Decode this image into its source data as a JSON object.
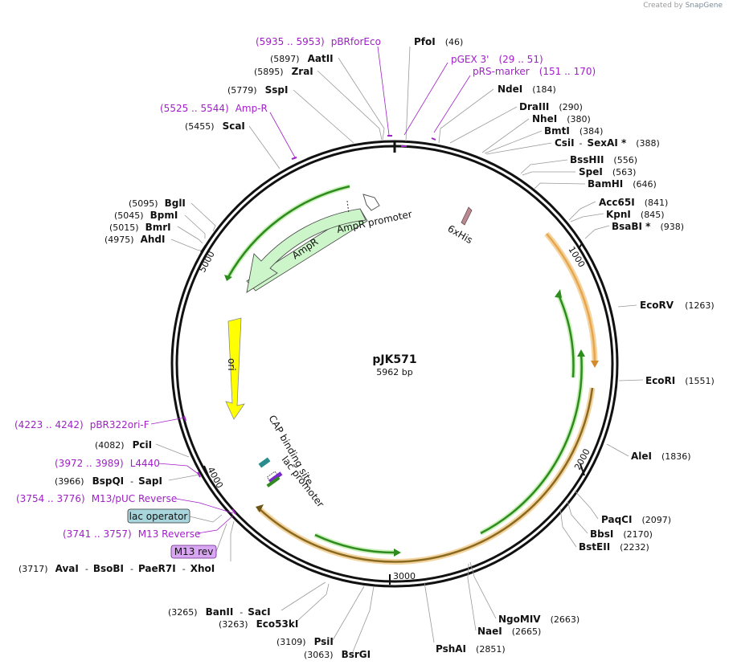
{
  "credit": {
    "prefix": "Created by",
    "brand": "SnapGene"
  },
  "plasmid": {
    "name": "pJK571",
    "length_label": "5962 bp"
  },
  "ticks": [
    "1000",
    "2000",
    "3000",
    "4000",
    "5000"
  ],
  "features": {
    "ampr": "AmpR",
    "ampr_promoter": "AmpR promoter",
    "ori": "ori",
    "his": "6xHis",
    "cap": "CAP binding site",
    "lac_promoter": "lac promoter"
  },
  "boxes": {
    "lac_operator": "lac operator",
    "m13rev": "M13 rev"
  },
  "enzymes": {
    "pfoi": {
      "name": "PfoI",
      "pos": "(46)"
    },
    "ndei": {
      "name": "NdeI",
      "pos": "(184)"
    },
    "draiii": {
      "name": "DraIII",
      "pos": "(290)"
    },
    "nhei": {
      "name": "NheI",
      "pos": "(380)"
    },
    "bmti": {
      "name": "BmtI",
      "pos": "(384)"
    },
    "csii": {
      "name": "CsiI",
      "sep": "-",
      "name2": "SexAI *",
      "pos": "(388)"
    },
    "bsshii": {
      "name": "BssHII",
      "pos": "(556)"
    },
    "spei": {
      "name": "SpeI",
      "pos": "(563)"
    },
    "bamhi": {
      "name": "BamHI",
      "pos": "(646)"
    },
    "acc65i": {
      "name": "Acc65I",
      "pos": "(841)"
    },
    "kpni": {
      "name": "KpnI",
      "pos": "(845)"
    },
    "bsabi": {
      "name": "BsaBI *",
      "pos": "(938)"
    },
    "ecorv": {
      "name": "EcoRV",
      "pos": "(1263)"
    },
    "ecori": {
      "name": "EcoRI",
      "pos": "(1551)"
    },
    "alei": {
      "name": "AleI",
      "pos": "(1836)"
    },
    "paqci": {
      "name": "PaqCI",
      "pos": "(2097)"
    },
    "bbsi": {
      "name": "BbsI",
      "pos": "(2170)"
    },
    "bsteii": {
      "name": "BstEII",
      "pos": "(2232)"
    },
    "ngomiv": {
      "name": "NgoMIV",
      "pos": "(2663)"
    },
    "naei": {
      "name": "NaeI",
      "pos": "(2665)"
    },
    "pshai": {
      "name": "PshAI",
      "pos": "(2851)"
    },
    "bsrgi": {
      "name": "BsrGI",
      "pos": "(3063)"
    },
    "psii": {
      "name": "PsiI",
      "pos": "(3109)"
    },
    "eco53ki": {
      "name": "Eco53kI",
      "pos": "(3263)"
    },
    "banii": {
      "name": "BanII",
      "sep": "-",
      "name2": "SacI",
      "pos": "(3265)"
    },
    "avai": {
      "name": "AvaI",
      "sep": "-",
      "name2": "BsoBI",
      "sep2": "-",
      "name3": "PaeR7I",
      "sep3": "-",
      "name4": "XhoI",
      "pos": "(3717)"
    },
    "bspqi": {
      "name": "BspQI",
      "sep": "-",
      "name2": "SapI",
      "pos": "(3966)"
    },
    "pcii": {
      "name": "PciI",
      "pos": "(4082)"
    },
    "ahdi": {
      "name": "AhdI",
      "pos": "(4975)"
    },
    "bmri": {
      "name": "BmrI",
      "pos": "(5015)"
    },
    "bpmi": {
      "name": "BpmI",
      "pos": "(5045)"
    },
    "bgli": {
      "name": "BglI",
      "pos": "(5095)"
    },
    "scai": {
      "name": "ScaI",
      "pos": "(5455)"
    },
    "sspi": {
      "name": "SspI",
      "pos": "(5779)"
    },
    "zrai": {
      "name": "ZraI",
      "pos": "(5895)"
    },
    "aatii": {
      "name": "AatII",
      "pos": "(5897)"
    }
  },
  "primers": {
    "pbrforeco": {
      "range": "(5935 .. 5953)",
      "name": "pBRforEco"
    },
    "pgex3": {
      "name": "pGEX 3'",
      "range": "(29 .. 51)"
    },
    "prsmarker": {
      "name": "pRS-marker",
      "range": "(151 .. 170)"
    },
    "ampr_primer": {
      "range": "(5525 .. 5544)",
      "name": "Amp-R"
    },
    "pbr322ori": {
      "range": "(4223 .. 4242)",
      "name": "pBR322ori-F"
    },
    "l4440": {
      "range": "(3972 .. 3989)",
      "name": "L4440"
    },
    "m13puc": {
      "range": "(3754 .. 3776)",
      "name": "M13/pUC Reverse"
    },
    "m13rev": {
      "range": "(3741 .. 3757)",
      "name": "M13 Reverse"
    }
  },
  "colors": {
    "backbone": "#111111",
    "primer": "#a020c8",
    "ampr_fill": "#ccf5c9",
    "ori_fill": "#ffff00",
    "orf_orange": "#e8a550",
    "orf_green": "#2e8b1e",
    "his_fill": "#b98a92",
    "lac_operator_fill": "#a9d6dd",
    "m13rev_fill": "#d9a6f2"
  }
}
